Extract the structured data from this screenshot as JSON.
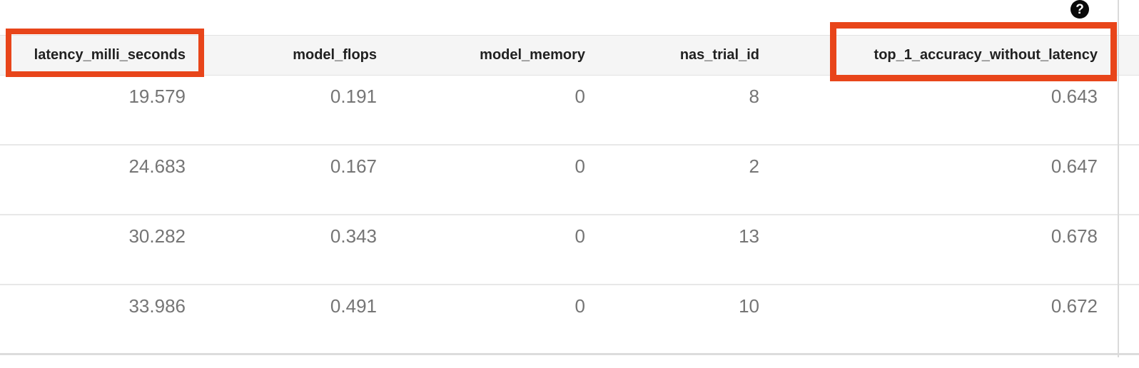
{
  "help": {
    "glyph": "?"
  },
  "colors": {
    "annotation_highlight": "#e8451a",
    "header_background": "#f5f5f5",
    "header_text": "#212121",
    "cell_text": "#757575",
    "row_border": "#e8e8e8",
    "help_icon_background": "#0a0a0a"
  },
  "table": {
    "columns": [
      "latency_milli_seconds",
      "model_flops",
      "model_memory",
      "nas_trial_id",
      "top_1_accuracy_without_latency"
    ],
    "highlighted_columns": [
      "latency_milli_seconds",
      "top_1_accuracy_without_latency"
    ],
    "rows": [
      [
        "19.579",
        "0.191",
        "0",
        "8",
        "0.643"
      ],
      [
        "24.683",
        "0.167",
        "0",
        "2",
        "0.647"
      ],
      [
        "30.282",
        "0.343",
        "0",
        "13",
        "0.678"
      ],
      [
        "33.986",
        "0.491",
        "0",
        "10",
        "0.672"
      ]
    ]
  }
}
